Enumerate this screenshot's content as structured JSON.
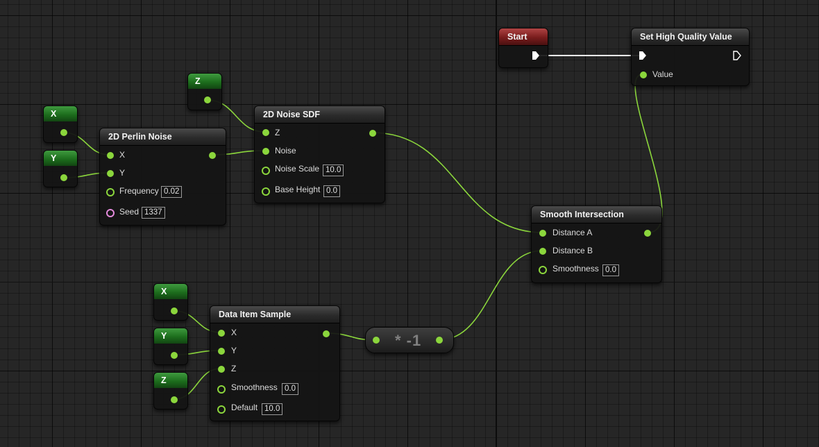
{
  "graph": {
    "start_node": {
      "title": "Start"
    },
    "set_hq_node": {
      "title": "Set High Quality Value",
      "pin_value": "Value"
    },
    "var_z_top": {
      "title": "Z"
    },
    "var_x_top": {
      "title": "X"
    },
    "var_y_top": {
      "title": "Y"
    },
    "var_x_bottom": {
      "title": "X"
    },
    "var_y_bottom": {
      "title": "Y"
    },
    "var_z_bottom": {
      "title": "Z"
    },
    "perlin_node": {
      "title": "2D Perlin Noise",
      "pin_x": "X",
      "pin_y": "Y",
      "pin_frequency": "Frequency",
      "frequency_value": "0.02",
      "pin_seed": "Seed",
      "seed_value": "1337"
    },
    "noise_sdf_node": {
      "title": "2D Noise SDF",
      "pin_z": "Z",
      "pin_noise": "Noise",
      "pin_noise_scale": "Noise Scale",
      "noise_scale_value": "10.0",
      "pin_base_height": "Base Height",
      "base_height_value": "0.0"
    },
    "smooth_intersection_node": {
      "title": "Smooth Intersection",
      "pin_distance_a": "Distance A",
      "pin_distance_b": "Distance B",
      "pin_smoothness": "Smoothness",
      "smoothness_value": "0.0"
    },
    "data_item_node": {
      "title": "Data Item Sample",
      "pin_x": "X",
      "pin_y": "Y",
      "pin_z": "Z",
      "pin_smoothness": "Smoothness",
      "smoothness_value": "0.0",
      "pin_default": "Default",
      "default_value": "10.0"
    },
    "multiply_node": {
      "label": "* -1"
    }
  },
  "colors": {
    "float_wire": "#8bd63c",
    "exec_wire": "#ffffff",
    "seed_pin": "#e38adb",
    "var_header": "#1d6e1d",
    "event_header": "#781c1c",
    "background": "#262626"
  }
}
